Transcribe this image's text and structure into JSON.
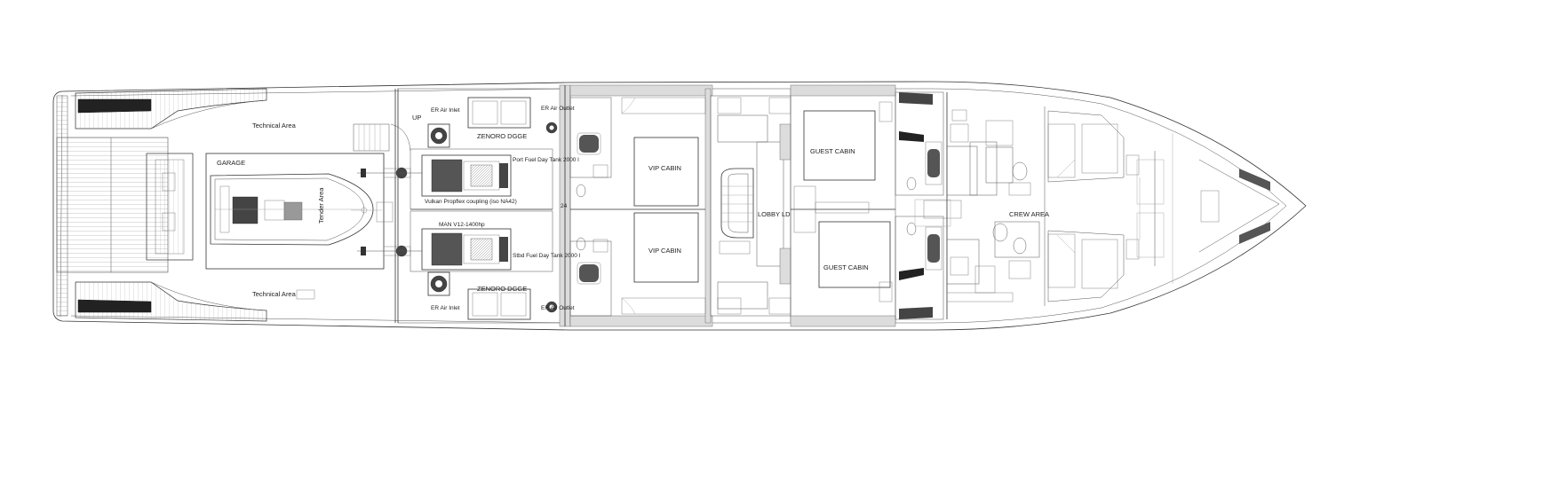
{
  "labels": {
    "technical_area_top": "Technical Area",
    "technical_area_bottom": "Technical Area",
    "garage": "GARAGE",
    "tender_area": "Tender Area",
    "up": "UP",
    "er_air_inlet_top": "ER Air Inlet",
    "er_air_outlet_top": "ER Air Outlet",
    "zenoro_dgge_top": "ZENORO DGGE",
    "port_fuel_day_tank": "Port Fuel Day Tank 2000 l",
    "vulkan_coupling": "Vulkan Propflex coupling (iso NA42)",
    "man_engine": "MAN V12-1400hp",
    "stbd_fuel_day_tank": "Stbd Fuel Day Tank 2000 l",
    "zenoro_dgge_bottom": "ZENORO DGGE",
    "er_air_inlet_bottom": "ER Air Inlet",
    "er_air_outlet_bottom": "ER Air Outlet",
    "frame_24": "24",
    "vip_cabin_top": "VIP CABIN",
    "vip_cabin_bottom": "VIP CABIN",
    "lobby": "LOBBY LD",
    "guest_cabin_top": "GUEST CABIN",
    "guest_cabin_bottom": "GUEST CABIN",
    "crew_area": "CREW AREA"
  }
}
